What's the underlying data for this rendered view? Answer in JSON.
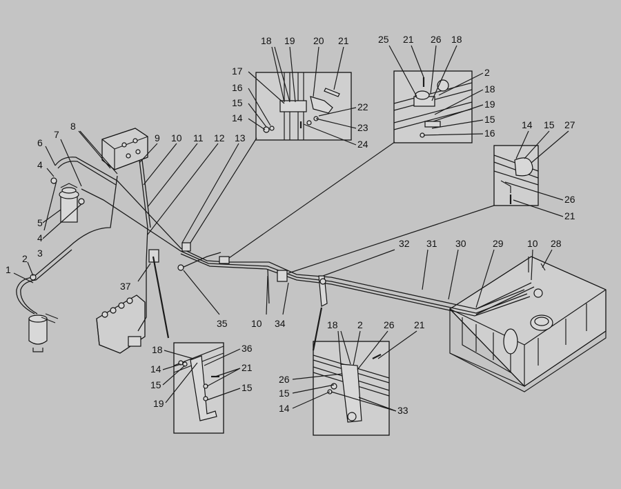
{
  "labels": {
    "n1": "1",
    "n2": "2",
    "n3": "3",
    "n4a": "4",
    "n4b": "4",
    "n5": "5",
    "n6": "6",
    "n7": "7",
    "n8": "8",
    "n9": "9",
    "n10a": "10",
    "n11": "11",
    "n12": "12",
    "n13": "13",
    "n35": "35",
    "n10b": "10",
    "n34": "34",
    "n37": "37",
    "n32": "32",
    "n31": "31",
    "n30": "30",
    "n29": "29",
    "n10c": "10",
    "n28": "28",
    "i1_18": "18",
    "i1_19": "19",
    "i1_20": "20",
    "i1_21": "21",
    "i1_17": "17",
    "i1_16": "16",
    "i1_15": "15",
    "i1_14": "14",
    "i1_22": "22",
    "i1_23": "23",
    "i1_24": "24",
    "i2_25": "25",
    "i2_21": "21",
    "i2_26": "26",
    "i2_18a": "18",
    "i2_2": "2",
    "i2_18b": "18",
    "i2_19": "19",
    "i2_15": "15",
    "i2_16": "16",
    "i3_14": "14",
    "i3_15": "15",
    "i3_27": "27",
    "i3_26": "26",
    "i3_21": "21",
    "i4_18": "18",
    "i4_14": "14",
    "i4_15a": "15",
    "i4_19": "19",
    "i4_36": "36",
    "i4_21": "21",
    "i4_15b": "15",
    "i5_18": "18",
    "i5_2": "2",
    "i5_26a": "26",
    "i5_21": "21",
    "i5_26b": "26",
    "i5_15": "15",
    "i5_14": "14",
    "i5_33": "33"
  }
}
